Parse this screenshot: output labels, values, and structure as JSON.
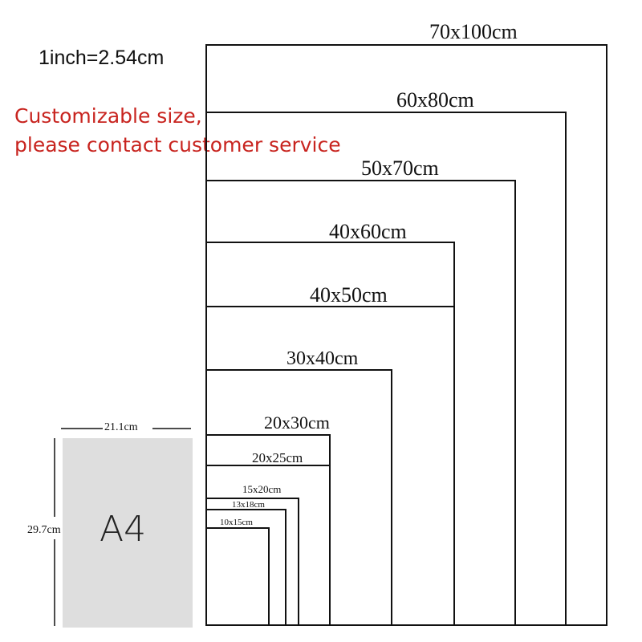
{
  "conversion_note": "1inch=2.54cm",
  "custom_note": {
    "line1": "Customizable size,",
    "line2": "please contact customer service"
  },
  "sizes": [
    {
      "label": "70x100cm"
    },
    {
      "label": "60x80cm"
    },
    {
      "label": "50x70cm"
    },
    {
      "label": "40x60cm"
    },
    {
      "label": "40x50cm"
    },
    {
      "label": "30x40cm"
    },
    {
      "label": "20x30cm"
    },
    {
      "label": "20x25cm"
    },
    {
      "label": "15x20cm"
    },
    {
      "label": "13x18cm"
    },
    {
      "label": "10x15cm"
    }
  ],
  "a4": {
    "label": "A4",
    "width": "21.1cm",
    "height": "29.7cm",
    "fill_color": "#dedede"
  },
  "colors": {
    "note_red": "#c8241f",
    "line": "#111111"
  }
}
